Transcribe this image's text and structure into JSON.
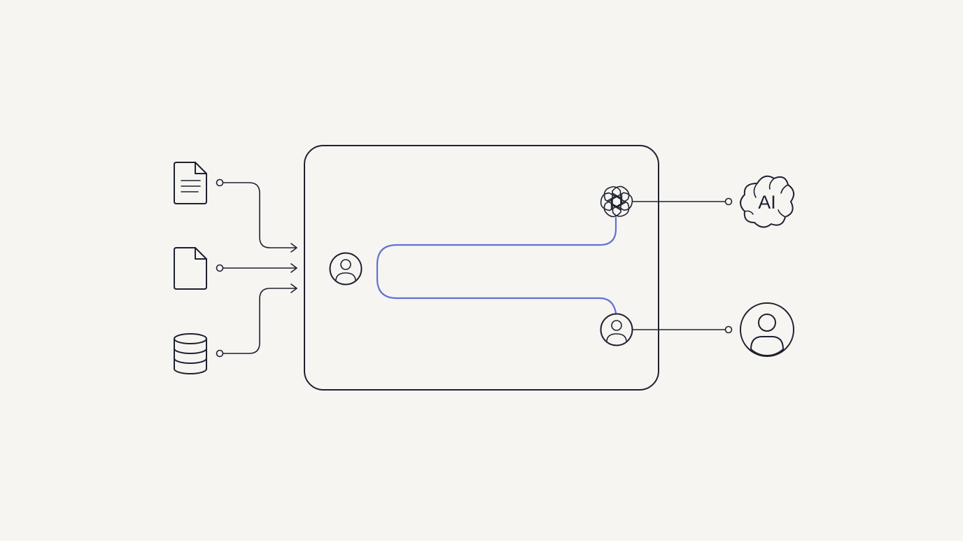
{
  "diagram": {
    "colors": {
      "background": "#f6f5f2",
      "ink": "#1f2130",
      "flow_path": "#6270d6"
    },
    "inputs": [
      {
        "name": "document",
        "icon": "document-text-icon"
      },
      {
        "name": "file",
        "icon": "blank-file-icon"
      },
      {
        "name": "database",
        "icon": "database-icon"
      }
    ],
    "central_panel": {
      "entry_node_icon": "user-circle-icon",
      "model_node_icon": "openai-logo-icon",
      "human_node_icon": "user-circle-icon"
    },
    "outputs": [
      {
        "name": "ai",
        "icon": "ai-cloud-icon",
        "label": "AI"
      },
      {
        "name": "person",
        "icon": "user-circle-icon"
      }
    ]
  }
}
